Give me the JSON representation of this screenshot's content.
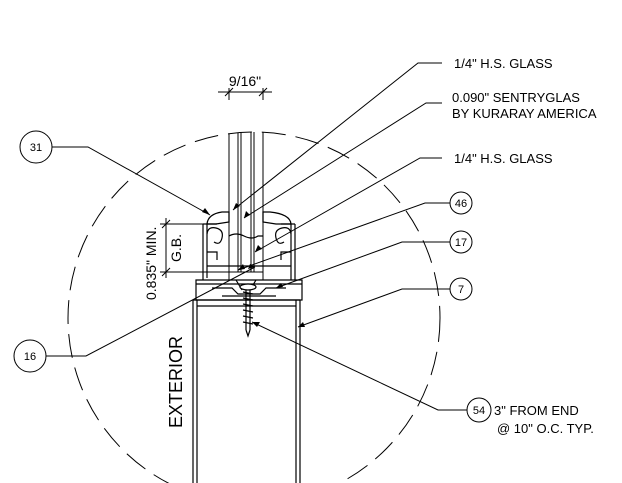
{
  "dimensions": {
    "glass_width": "9/16\"",
    "min_bite": "0.835\" MIN.",
    "bite_abbrev": "G.B."
  },
  "notes": {
    "outer_glass": "1/4\" H.S. GLASS",
    "interlayer_line1": "0.090\" SENTRYGLAS",
    "interlayer_line2": "BY KURARAY AMERICA",
    "inner_glass": "1/4\" H.S. GLASS",
    "fastener_line1": "3\" FROM END",
    "fastener_line2": "@ 10\" O.C. TYP."
  },
  "callouts": {
    "c31": "31",
    "c46": "46",
    "c17": "17",
    "c7": "7",
    "c16": "16",
    "c54": "54"
  },
  "side_label": "EXTERIOR"
}
